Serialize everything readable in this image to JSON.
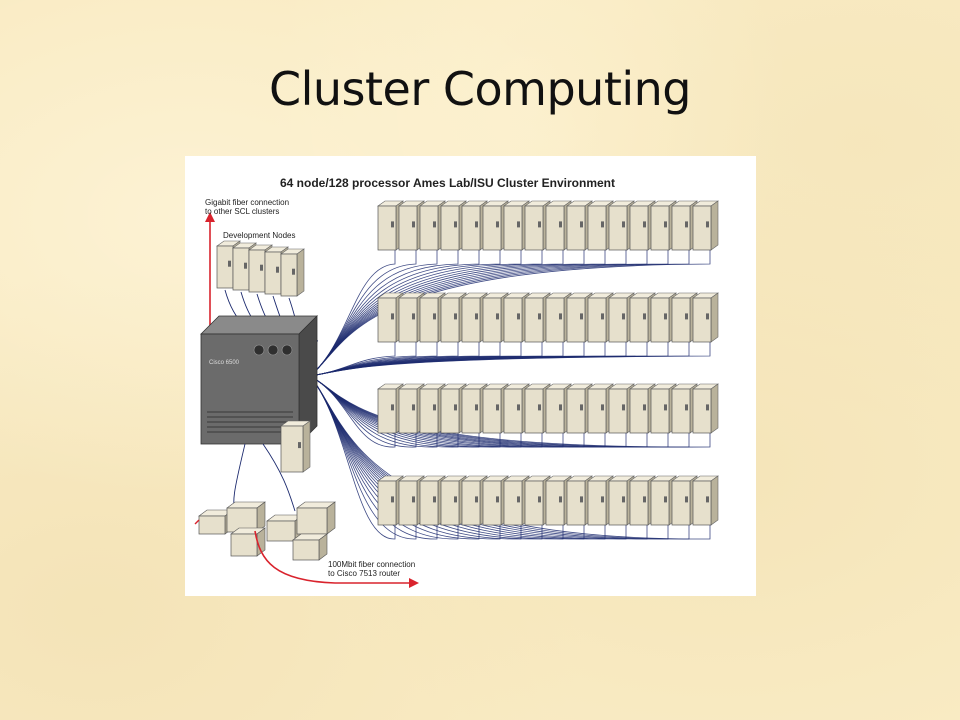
{
  "slide": {
    "title": "Cluster Computing"
  },
  "diagram": {
    "title": "64 node/128 processor Ames Lab/ISU Cluster Environment",
    "gigabit_label_1": "Gigabit fiber connection",
    "gigabit_label_2": "to other SCL clusters",
    "dev_nodes_label": "Development Nodes",
    "router_label_1": "100Mbit fiber connection",
    "router_label_2": "to Cisco 7513 router",
    "switch_label": "Cisco 6500",
    "rows_of_nodes": 4,
    "nodes_per_row": 16,
    "colors": {
      "cable": "#1c2a6e",
      "fiber": "#d9232d",
      "switch": "#6b6b6b",
      "node": "#e6e0cc"
    }
  }
}
